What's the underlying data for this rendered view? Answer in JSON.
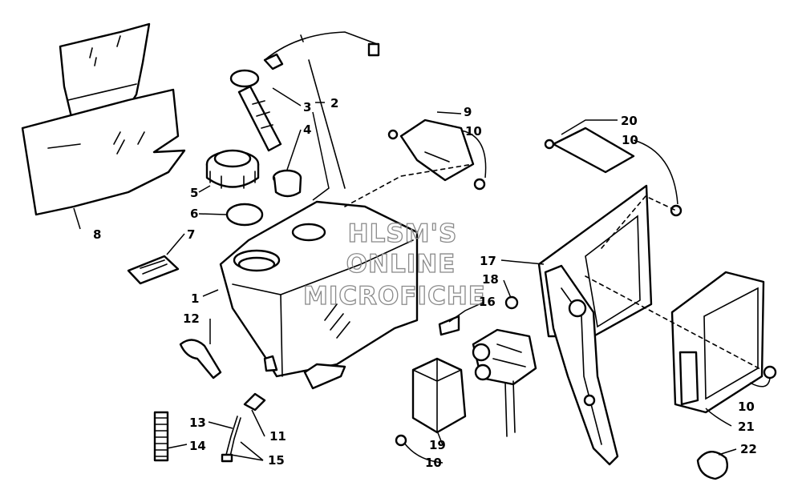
{
  "diagram": {
    "callouts": [
      {
        "id": "c1",
        "label": "1"
      },
      {
        "id": "c2",
        "label": "2"
      },
      {
        "id": "c3",
        "label": "3"
      },
      {
        "id": "c4",
        "label": "4"
      },
      {
        "id": "c5",
        "label": "5"
      },
      {
        "id": "c6",
        "label": "6"
      },
      {
        "id": "c7",
        "label": "7"
      },
      {
        "id": "c8",
        "label": "8"
      },
      {
        "id": "c9",
        "label": "9"
      },
      {
        "id": "c10a",
        "label": "10"
      },
      {
        "id": "c10b",
        "label": "10"
      },
      {
        "id": "c10c",
        "label": "10"
      },
      {
        "id": "c10d",
        "label": "10"
      },
      {
        "id": "c11",
        "label": "11"
      },
      {
        "id": "c12",
        "label": "12"
      },
      {
        "id": "c13",
        "label": "13"
      },
      {
        "id": "c14",
        "label": "14"
      },
      {
        "id": "c15",
        "label": "15"
      },
      {
        "id": "c16",
        "label": "16"
      },
      {
        "id": "c17",
        "label": "17"
      },
      {
        "id": "c18",
        "label": "18"
      },
      {
        "id": "c19",
        "label": "19"
      },
      {
        "id": "c20",
        "label": "20"
      },
      {
        "id": "c21",
        "label": "21"
      },
      {
        "id": "c22",
        "label": "22"
      }
    ]
  },
  "watermark": {
    "line1": "HLSM'S",
    "line2": "ONLINE",
    "line3": "MICROFICHE"
  }
}
